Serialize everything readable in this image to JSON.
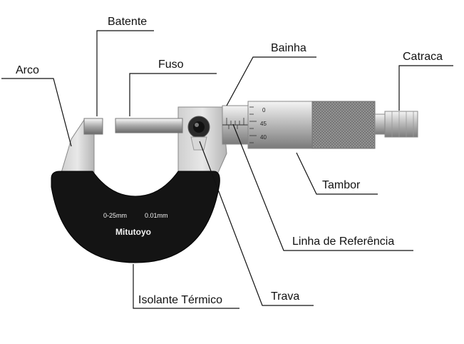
{
  "labels": {
    "batente": "Batente",
    "fuso": "Fuso",
    "arco": "Arco",
    "bainha": "Bainha",
    "catraca": "Catraca",
    "tambor": "Tambor",
    "linha_referencia": "Linha de Referência",
    "trava": "Trava",
    "isolante": "Isolante Térmico"
  },
  "instrument": {
    "range_text": "0-25mm",
    "resolution_text": "0.01mm",
    "brand": "Mitutoyo",
    "thimble_marks": [
      "0",
      "45",
      "40"
    ]
  }
}
